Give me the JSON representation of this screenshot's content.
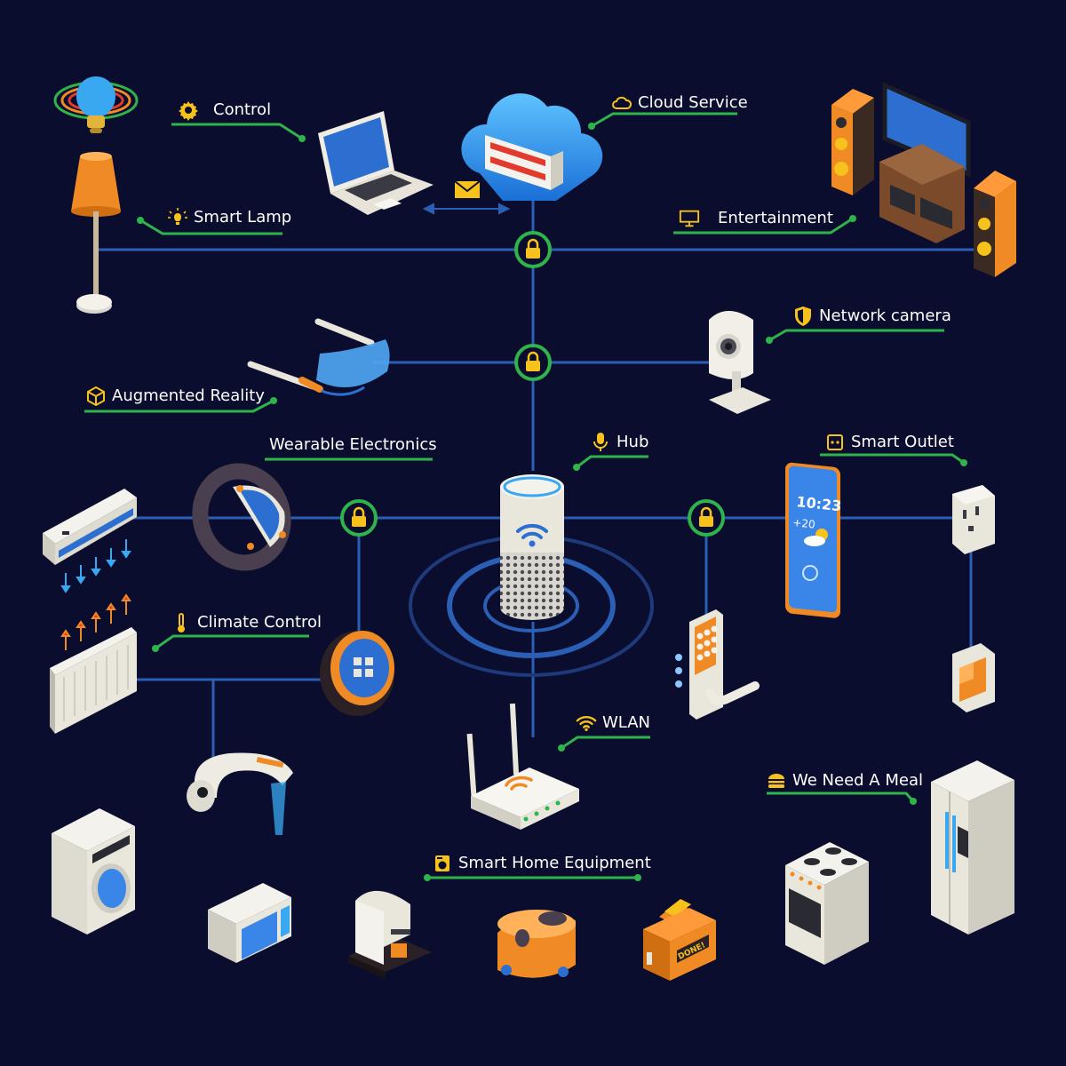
{
  "colors": {
    "background": "#0b0d2e",
    "network_line": "#2a5fb5",
    "lock_ring": "#2fb34b",
    "lock_body": "#f7c21b",
    "label_underline": "#2fb34b",
    "accent_orange": "#f08a24",
    "device_white": "#e9e6dc"
  },
  "labels": {
    "control": {
      "text": "Control",
      "icon": "gear-icon"
    },
    "cloud_service": {
      "text": "Cloud Service",
      "icon": "cloud-icon"
    },
    "smart_lamp": {
      "text": "Smart Lamp",
      "icon": "lightbulb-icon"
    },
    "entertainment": {
      "text": "Entertainment",
      "icon": "monitor-icon"
    },
    "network_camera": {
      "text": "Network camera",
      "icon": "shield-icon"
    },
    "augmented_reality": {
      "text": "Augmented Reality",
      "icon": "cube-icon"
    },
    "wearable_electronics": {
      "text": "Wearable Electronics",
      "icon": ""
    },
    "hub": {
      "text": "Hub",
      "icon": "microphone-icon"
    },
    "smart_outlet": {
      "text": "Smart Outlet",
      "icon": "outlet-icon"
    },
    "climate_control": {
      "text": "Climate Control",
      "icon": "thermometer-icon"
    },
    "wlan": {
      "text": "WLAN",
      "icon": "wifi-icon"
    },
    "we_need_a_meal": {
      "text": "We Need A Meal",
      "icon": "burger-icon"
    },
    "smart_home_equipment": {
      "text": "Smart Home Equipment",
      "icon": "washer-icon"
    }
  },
  "devices": {
    "phone": {
      "time": "10:23",
      "temperature": "+20"
    },
    "toaster": {
      "badge": "DONE!"
    }
  }
}
